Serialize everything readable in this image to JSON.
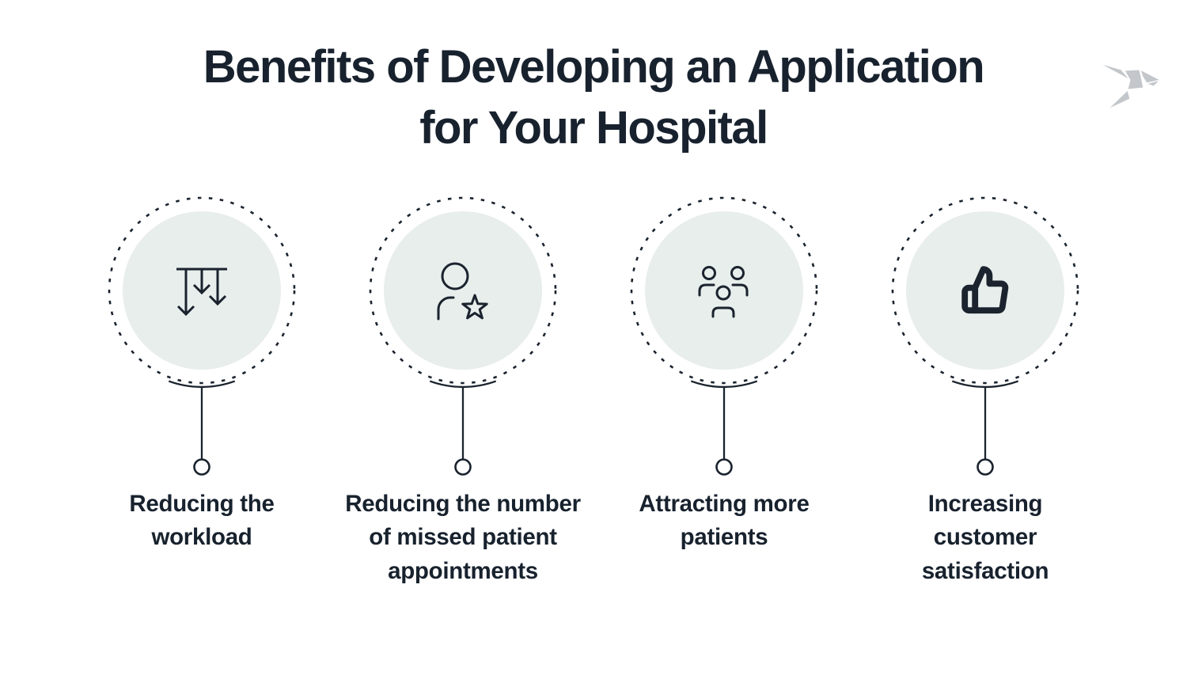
{
  "header": {
    "title_line1": "Benefits of Developing an Application",
    "title_line2": "for Your Hospital"
  },
  "logo": {
    "icon": "origami-bird-icon",
    "color": "#c3c7cb"
  },
  "benefits": [
    {
      "icon": "decrease-arrows-icon",
      "label": "Reducing the workload"
    },
    {
      "icon": "person-star-icon",
      "label": "Reducing the number of missed patient appointments"
    },
    {
      "icon": "people-group-icon",
      "label": "Attracting more patients"
    },
    {
      "icon": "thumbs-up-icon",
      "label": "Increasing customer satisfaction"
    }
  ],
  "colors": {
    "text": "#18222e",
    "icon_stroke": "#1a232e",
    "circle_fill": "#e8eeec",
    "logo": "#c3c7cb",
    "background": "#ffffff"
  }
}
